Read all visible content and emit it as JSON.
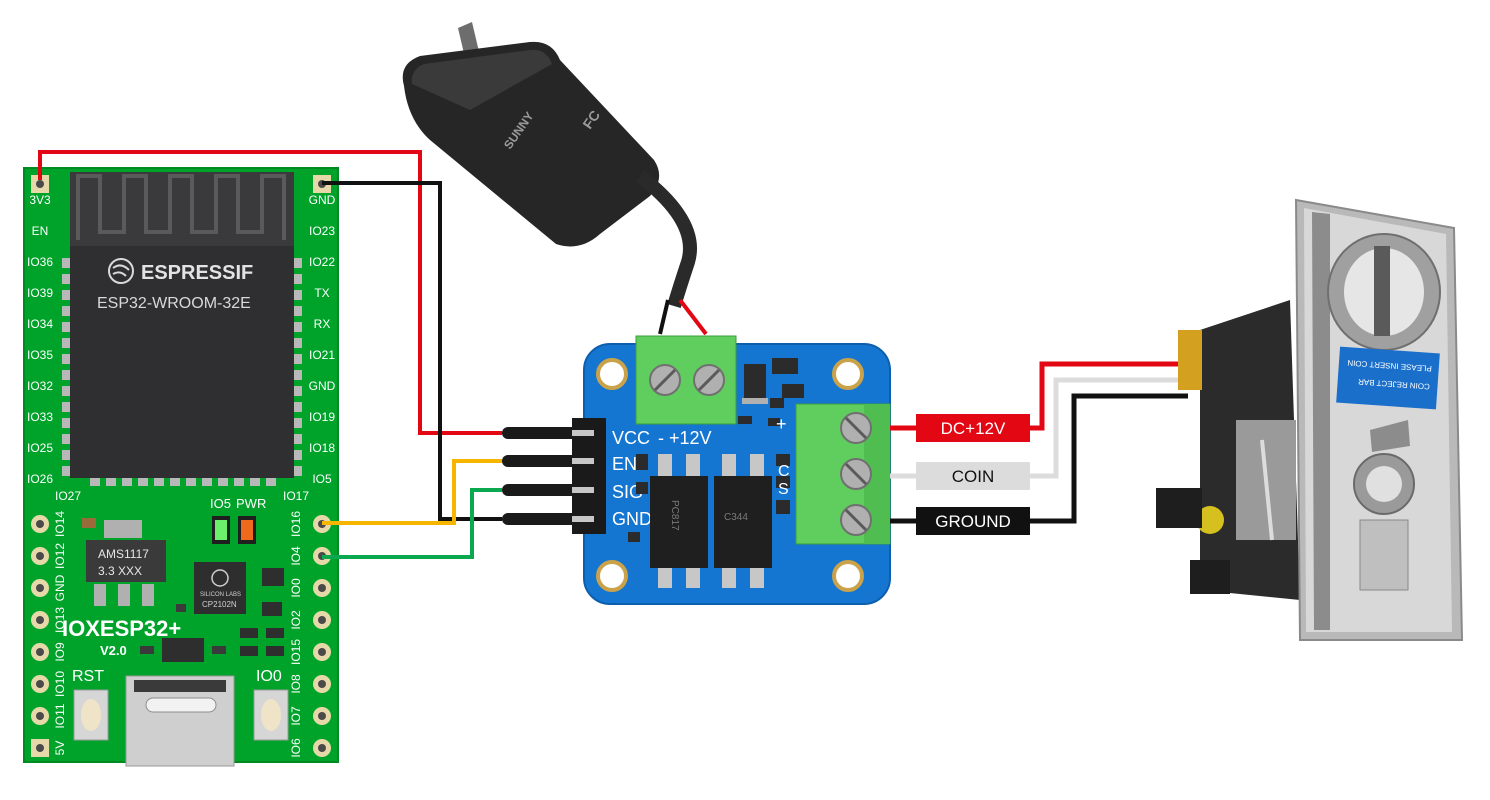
{
  "esp32": {
    "brand": "ESPRESSIF",
    "module": "ESP32-WROOM-32E",
    "board_name": "IOXESP32+",
    "board_version": "V2.0",
    "regulator_line1": "AMS1117",
    "regulator_line2": "3.3  XXX",
    "usb_chip_brand": "SILICON LABS",
    "usb_chip": "CP2102N",
    "led_io5_label": "IO5",
    "led_pwr_label": "PWR",
    "rst_label": "RST",
    "io0_label": "IO0",
    "left_top_pins": [
      "3V3",
      "EN",
      "IO36",
      "IO39",
      "IO34",
      "IO35",
      "IO32",
      "IO33",
      "IO25",
      "IO26"
    ],
    "right_top_pins": [
      "GND",
      "IO23",
      "IO22",
      "TX",
      "RX",
      "IO21",
      "GND",
      "IO19",
      "IO18",
      "IO5"
    ],
    "left_bottom_header": "IO27",
    "left_bottom_pins": [
      "IO14",
      "IO12",
      "GND",
      "IO13",
      "IO9",
      "IO10",
      "IO11",
      "5V"
    ],
    "right_bottom_header": "IO17",
    "right_bottom_pins": [
      "IO16",
      "IO4",
      "IO0",
      "IO2",
      "IO15",
      "IO8",
      "IO7",
      "IO6"
    ]
  },
  "adapter": {
    "brand": "SUNNY",
    "certification": "FC"
  },
  "module": {
    "header_labels": [
      "VCC",
      "EN",
      "SIG",
      "GND"
    ],
    "supply_label": "- +12V",
    "terminal_marks": [
      "+",
      "C",
      "S"
    ],
    "optocoupler_labels": [
      "PC817",
      "C344"
    ]
  },
  "coin_labels": [
    {
      "text": "DC+12V",
      "color": "#e30613",
      "text_color": "#ffffff"
    },
    {
      "text": "COIN",
      "color": "#dcdcdc",
      "text_color": "#111111"
    },
    {
      "text": "GROUND",
      "color": "#111111",
      "text_color": "#ffffff"
    }
  ],
  "coin_acceptor": {
    "label_line1": "PLEASE INSERT COIN",
    "label_line2": "COIN REJECT BAR"
  },
  "colors": {
    "board_green": "#00a32a",
    "module_blue": "#1476d1",
    "terminal_green": "#5fce5f",
    "wire_red": "#e30613",
    "wire_black": "#111111",
    "wire_yellow": "#f7b500",
    "wire_green": "#0aa84f",
    "wire_white": "#dcdcdc"
  }
}
